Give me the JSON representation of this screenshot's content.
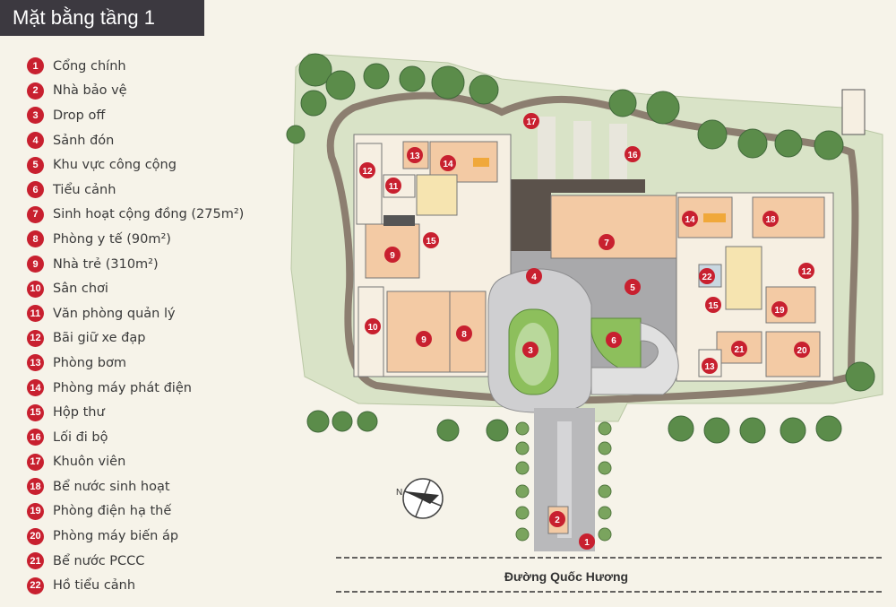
{
  "title": "Mặt bằng tầng 1",
  "legend": [
    {
      "num": "1",
      "label": "Cổng chính"
    },
    {
      "num": "2",
      "label": "Nhà bảo vệ"
    },
    {
      "num": "3",
      "label": "Drop off"
    },
    {
      "num": "4",
      "label": "Sảnh đón"
    },
    {
      "num": "5",
      "label": "Khu vực công cộng"
    },
    {
      "num": "6",
      "label": "Tiểu cảnh"
    },
    {
      "num": "7",
      "label": "Sinh hoạt cộng đồng (275m²)"
    },
    {
      "num": "8",
      "label": "Phòng y tế (90m²)"
    },
    {
      "num": "9",
      "label": "Nhà trẻ (310m²)"
    },
    {
      "num": "10",
      "label": "Sân chơi"
    },
    {
      "num": "11",
      "label": "Văn phòng quản lý"
    },
    {
      "num": "12",
      "label": "Bãi giữ xe đạp"
    },
    {
      "num": "13",
      "label": "Phòng bơm"
    },
    {
      "num": "14",
      "label": "Phòng máy phát điện"
    },
    {
      "num": "15",
      "label": "Hộp thư"
    },
    {
      "num": "16",
      "label": "Lối đi bộ"
    },
    {
      "num": "17",
      "label": "Khuôn viên"
    },
    {
      "num": "18",
      "label": "Bể nước sinh hoạt"
    },
    {
      "num": "19",
      "label": "Phòng điện hạ thế"
    },
    {
      "num": "20",
      "label": "Phòng máy biến áp"
    },
    {
      "num": "21",
      "label": "Bể nước PCCC"
    },
    {
      "num": "22",
      "label": "Hồ tiểu cảnh"
    }
  ],
  "road_label": "Đường Quốc Hương",
  "compass_label": "N",
  "colors": {
    "marker": "#c8202f",
    "title_bg": "#3c3940",
    "grass": "#d9e3c7",
    "path": "#8c7e70",
    "building": "#f3caa4",
    "plaza": "#a9a9ab"
  },
  "markers": [
    "17",
    "16",
    "12",
    "13",
    "14",
    "11",
    "15",
    "9",
    "4",
    "7",
    "5",
    "14",
    "18",
    "22",
    "12",
    "15",
    "19",
    "10",
    "9",
    "8",
    "3",
    "6",
    "21",
    "20",
    "13",
    "2",
    "1"
  ]
}
